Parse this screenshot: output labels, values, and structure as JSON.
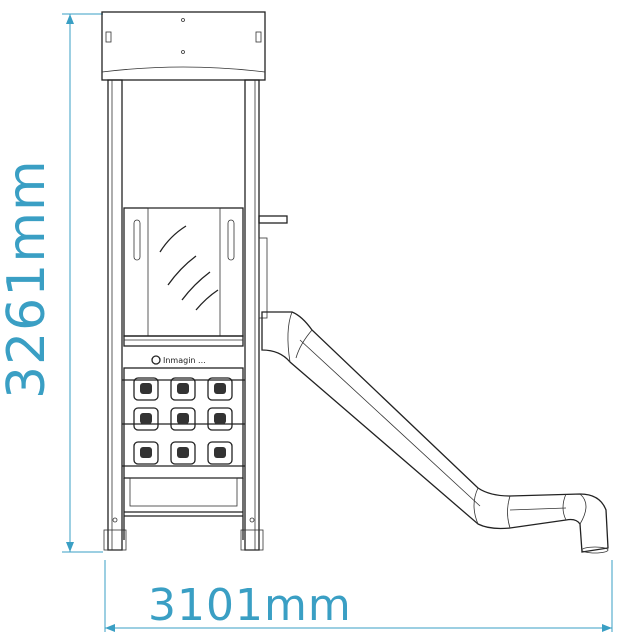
{
  "dimensions": {
    "height_label": "3261mm",
    "width_label": "3101mm"
  },
  "colors": {
    "dimension": "#3a9fc4",
    "line": "#222222",
    "background": "#ffffff"
  },
  "brand_text": "Inmagin ..."
}
